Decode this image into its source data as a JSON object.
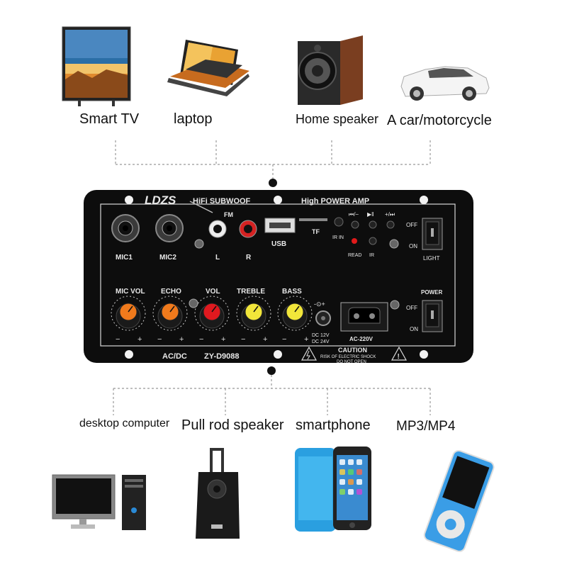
{
  "top_devices": [
    {
      "label": "Smart TV",
      "icon": "smart-tv-icon"
    },
    {
      "label": "laptop",
      "icon": "laptop-icon"
    },
    {
      "label": "Home speaker",
      "icon": "home-speaker-icon"
    },
    {
      "label": "A car/motorcycle",
      "icon": "car-icon"
    }
  ],
  "bottom_devices": [
    {
      "label": "desktop computer",
      "icon": "desktop-computer-icon"
    },
    {
      "label": "Pull rod speaker",
      "icon": "pull-rod-speaker-icon"
    },
    {
      "label": "smartphone",
      "icon": "smartphone-icon"
    },
    {
      "label": "MP3/MP4",
      "icon": "mp3-player-icon"
    }
  ],
  "panel": {
    "brand": "LDZS",
    "title_left": "HiFi SUBWOOF",
    "title_right": "High POWER AMP",
    "mic1": "MIC1",
    "mic2": "MIC2",
    "fm": "FM",
    "l": "L",
    "r": "R",
    "usb": "USB",
    "tf": "TF",
    "ir_in": "IR IN",
    "read": "READ",
    "ir": "IR",
    "prev": "⏮/−",
    "play": "▶‖",
    "next": "+/⏭",
    "off1": "OFF",
    "on1": "ON",
    "light": "LIGHT",
    "knobs": [
      {
        "label": "MIC VOL",
        "color": "#f07a1c"
      },
      {
        "label": "ECHO",
        "color": "#f07a1c"
      },
      {
        "label": "VOL",
        "color": "#e0191f"
      },
      {
        "label": "TREBLE",
        "color": "#f2e63a"
      },
      {
        "label": "BASS",
        "color": "#f2e63a"
      }
    ],
    "dc_jack": "-⊙+",
    "dc12": "DC 12V",
    "dc24": "DC 24V",
    "ac": "AC-220V",
    "power": "POWER",
    "off2": "OFF",
    "on2": "ON",
    "model_left": "AC/DC",
    "model_right": "ZY-D9088",
    "caution": "CAUTION",
    "caution_1": "RISK OF ELECTRIC SHOCK",
    "caution_2": "DO NOT OPEN"
  },
  "colors": {
    "panel_bg": "#0d0d0d",
    "panel_text": "#e8e8e8",
    "connector_line": "#999999"
  }
}
